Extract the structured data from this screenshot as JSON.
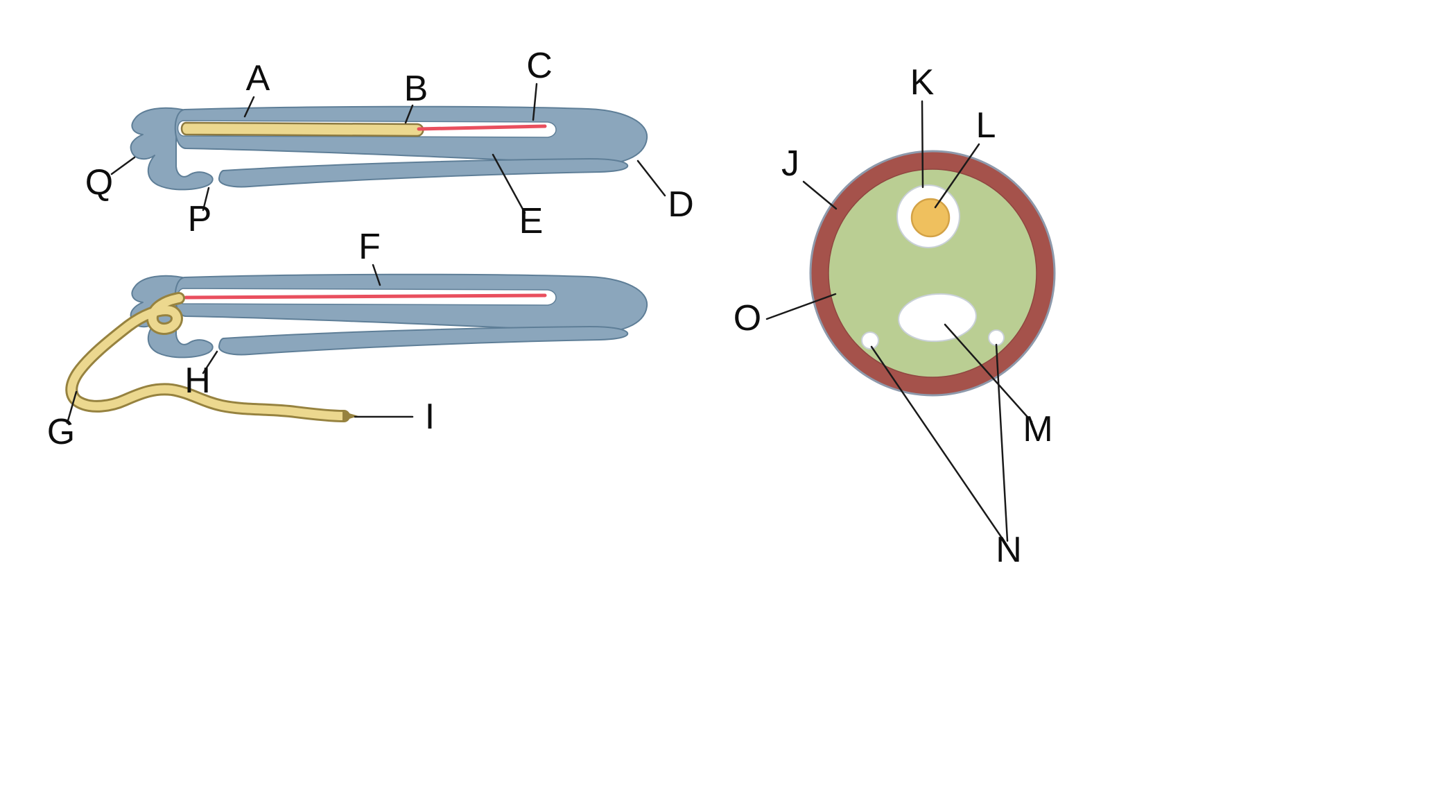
{
  "figure": {
    "labels": {
      "A": "A",
      "B": "B",
      "C": "C",
      "D": "D",
      "E": "E",
      "F": "F",
      "G": "G",
      "H": "H",
      "I": "I",
      "J": "J",
      "K": "K",
      "L": "L",
      "M": "M",
      "N": "N",
      "O": "O",
      "P": "P",
      "Q": "Q"
    }
  },
  "colors": {
    "structure_blue": "#8ba6bc",
    "structure_outline": "#5e7e97",
    "tube_yellow": "#ecd88f",
    "tube_outline": "#96823f",
    "filament_red": "#e94f5e",
    "cell_wall_brown": "#a5524b",
    "cytoplasm_green": "#bace93",
    "nucleus_yellow": "#efc05e",
    "label_black": "#0d0d0d"
  }
}
